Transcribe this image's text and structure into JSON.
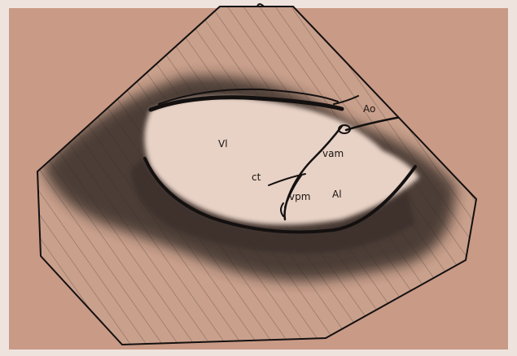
{
  "labels": {
    "vi": "Vl",
    "ao": "Ao",
    "vam": "vam",
    "ct": "ct",
    "vpm": "vpm",
    "al": "Al"
  },
  "colors": {
    "border": "#efe3de",
    "paper": "#c99a86",
    "ink": "#141010",
    "hatch": "#4b3a33",
    "shade": "#2e2623"
  }
}
